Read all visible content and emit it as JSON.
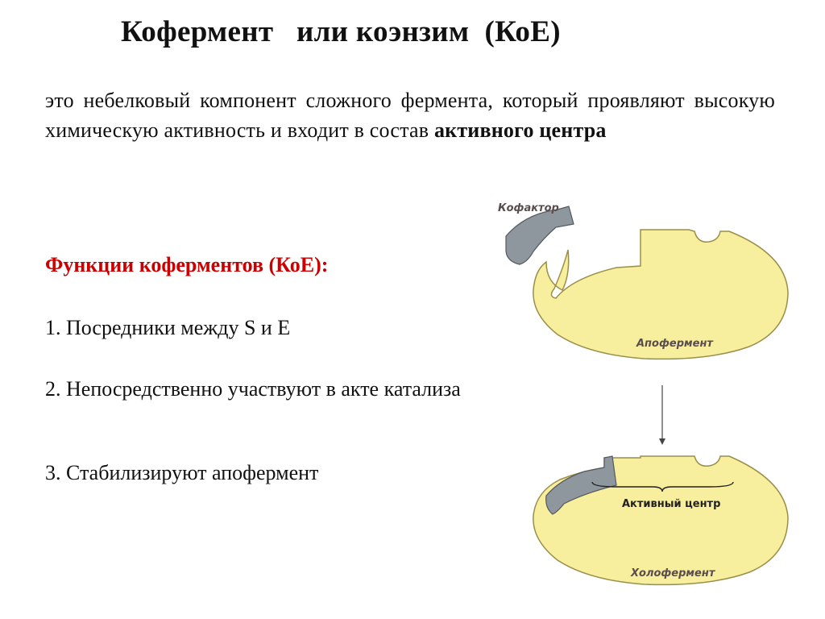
{
  "title": "Кофермент   или коэнзим  (КоЕ)",
  "definition": {
    "text": "это небелковый компонент сложного фермента, который проявляют высокую химическую активность и входит в состав ",
    "bold": "активного центра"
  },
  "functions": {
    "heading": "Функции коферментов (КоЕ):",
    "items": [
      "1. Посредники между S и E",
      "2. Непосредственно участвуют в акте катализа",
      "3. Стабилизируют апофермент"
    ]
  },
  "diagram": {
    "cofactor_label": "Кофактор",
    "apoenzyme_label": "Апофермент",
    "active_site_label": "Активный центр",
    "holoenzyme_label": "Холофермент",
    "colors": {
      "enzyme_fill": "#f7ee9e",
      "enzyme_stroke": "#9a8f4a",
      "cofactor_fill": "#8e969e",
      "cofactor_stroke": "#55595e",
      "label_color": "#5a4d4d"
    }
  }
}
